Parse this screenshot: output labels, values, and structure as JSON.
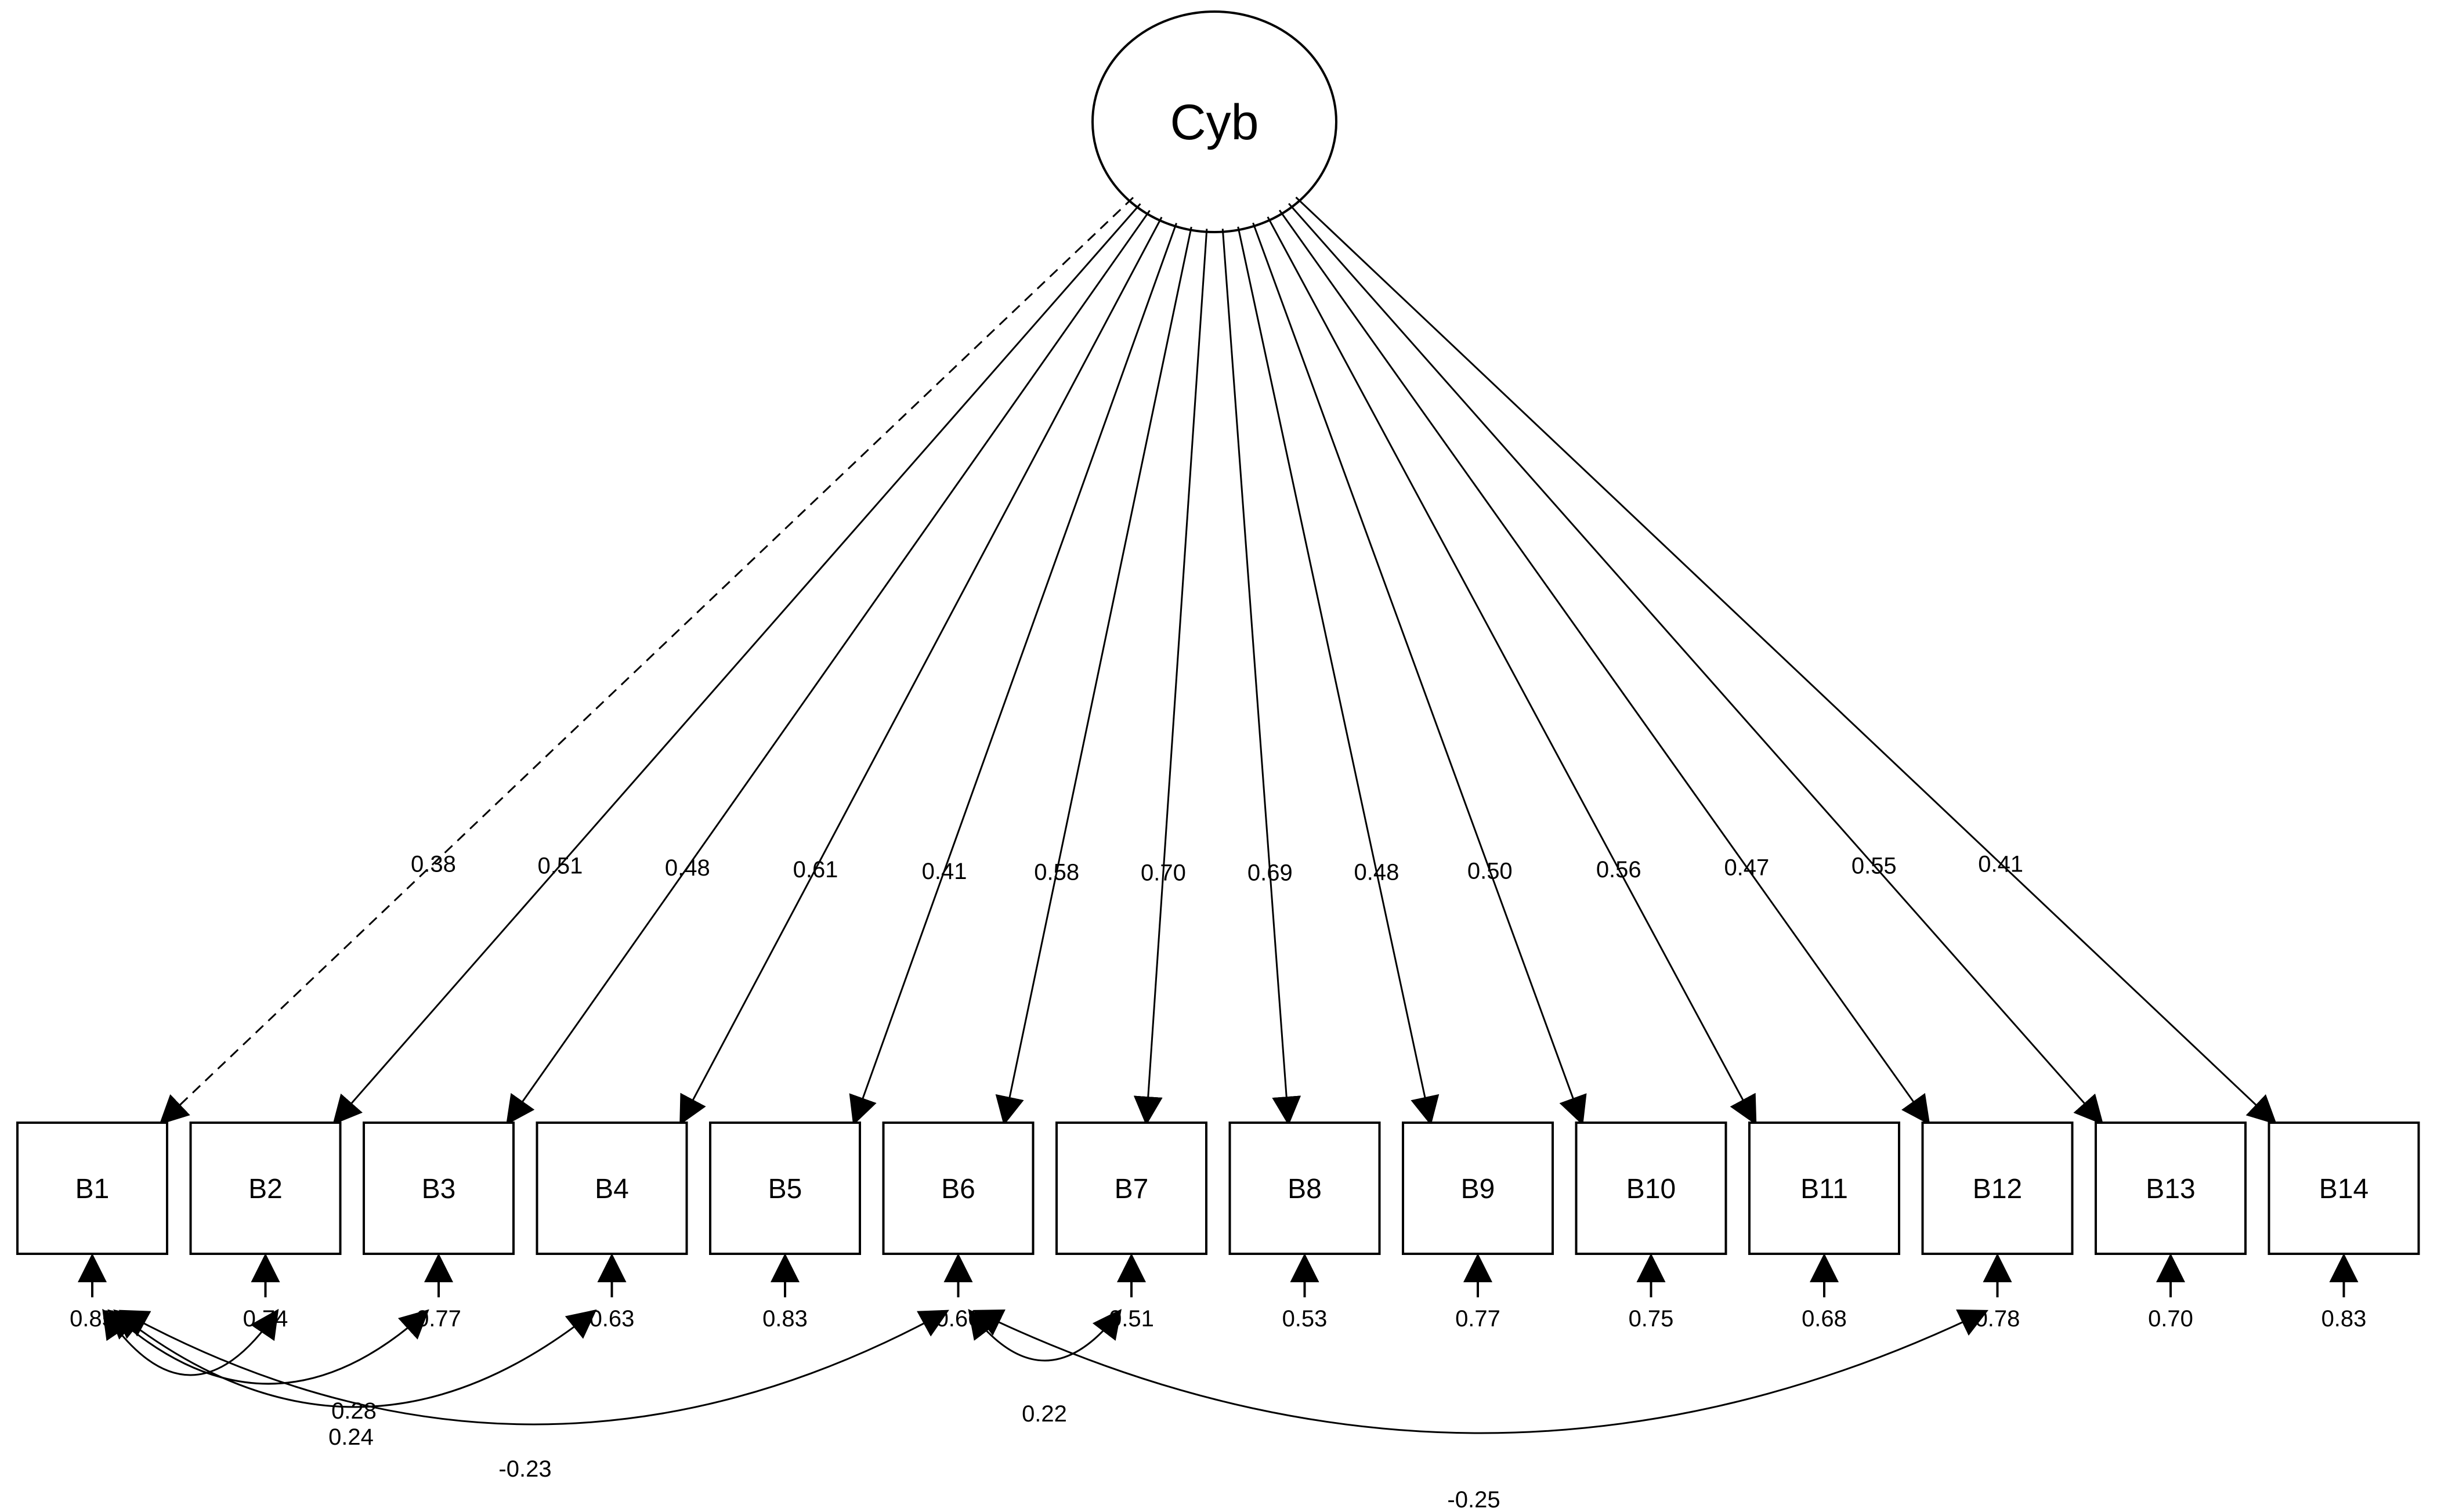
{
  "latent": {
    "label": "Cyb"
  },
  "indicators": [
    {
      "label": "B1",
      "loading": "0.38",
      "residual": "0.85",
      "dashed": true
    },
    {
      "label": "B2",
      "loading": "0.51",
      "residual": "0.74"
    },
    {
      "label": "B3",
      "loading": "0.48",
      "residual": "0.77"
    },
    {
      "label": "B4",
      "loading": "0.61",
      "residual": "0.63"
    },
    {
      "label": "B5",
      "loading": "0.41",
      "residual": "0.83"
    },
    {
      "label": "B6",
      "loading": "0.58",
      "residual": "0.66"
    },
    {
      "label": "B7",
      "loading": "0.70",
      "residual": "0.51"
    },
    {
      "label": "B8",
      "loading": "0.69",
      "residual": "0.53"
    },
    {
      "label": "B9",
      "loading": "0.48",
      "residual": "0.77"
    },
    {
      "label": "B10",
      "loading": "0.50",
      "residual": "0.75"
    },
    {
      "label": "B11",
      "loading": "0.56",
      "residual": "0.68"
    },
    {
      "label": "B12",
      "loading": "0.47",
      "residual": "0.78"
    },
    {
      "label": "B13",
      "loading": "0.55",
      "residual": "0.70"
    },
    {
      "label": "B14",
      "loading": "0.41",
      "residual": "0.83"
    }
  ],
  "covariances": [
    {
      "from": "B1",
      "to": "B2",
      "value": "0.28"
    },
    {
      "from": "B2",
      "to": "B3",
      "value": "0.24"
    },
    {
      "from": "B1",
      "to": "B4",
      "value": "-0.23"
    },
    {
      "from": "B1",
      "to": "B6",
      "value": "0.22"
    },
    {
      "from": "B6",
      "to": "B7",
      "value": "-0.25"
    },
    {
      "from": "B6",
      "to": "B12",
      "value": ""
    }
  ]
}
